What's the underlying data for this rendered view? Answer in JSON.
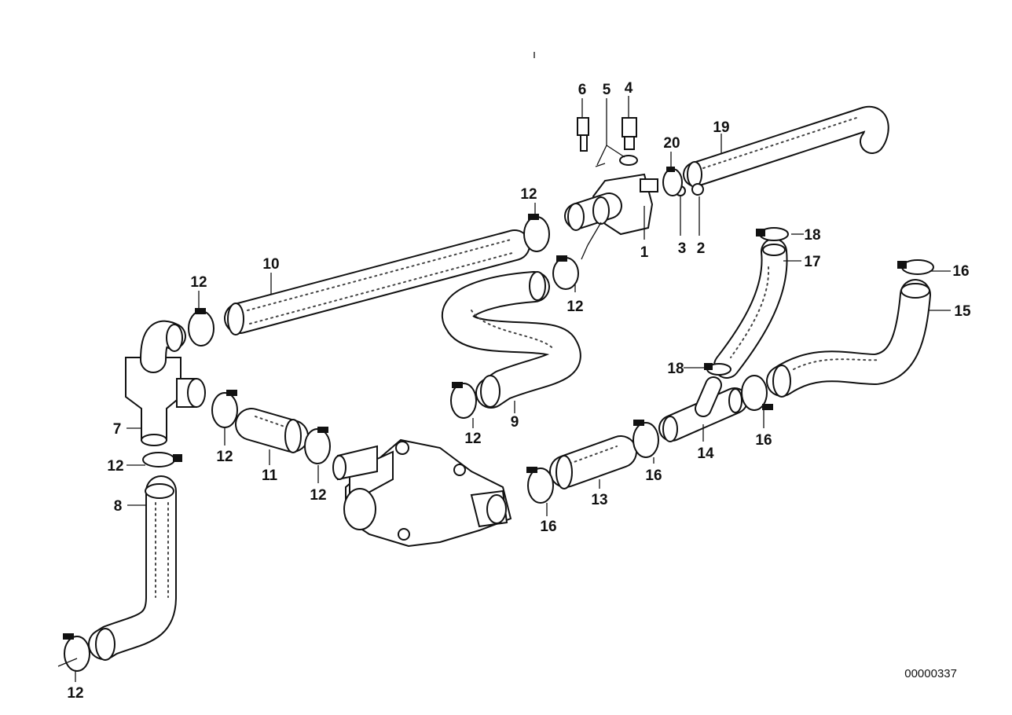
{
  "diagram": {
    "drawing_number": "00000337",
    "part_labels": {
      "p1": "1",
      "p2": "2",
      "p3": "3",
      "p4": "4",
      "p5": "5",
      "p6": "6",
      "p7": "7",
      "p8": "8",
      "p9": "9",
      "p10": "10",
      "p11": "11",
      "p12": "12",
      "p13": "13",
      "p14": "14",
      "p15": "15",
      "p16": "16",
      "p17": "17",
      "p18": "18",
      "p19": "19",
      "p20": "20"
    }
  }
}
